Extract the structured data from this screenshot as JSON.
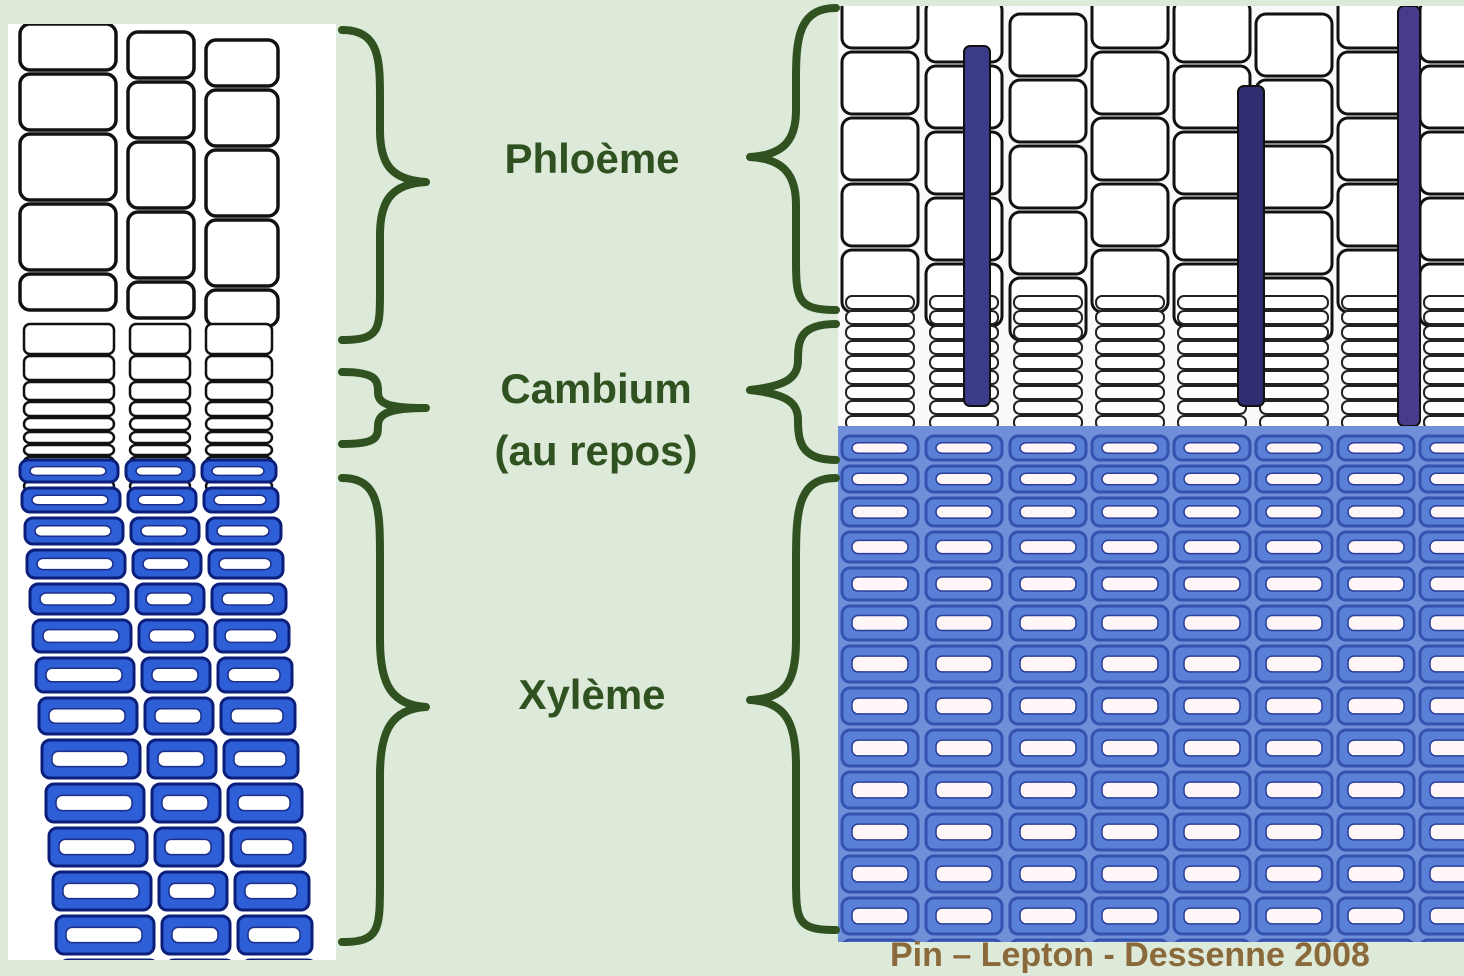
{
  "labels": {
    "phloem": "Phloème",
    "cambium_line1": "Cambium",
    "cambium_line2": "(au repos)",
    "xylem": "Xylème"
  },
  "credit": "Pin – Lepton - Dessenne 2008",
  "colors": {
    "background": "#dde9d9",
    "brace": "#2f5220",
    "label": "#2f5220",
    "xylem_stain": "#2f5fd6",
    "cell_wall": "#111111"
  }
}
